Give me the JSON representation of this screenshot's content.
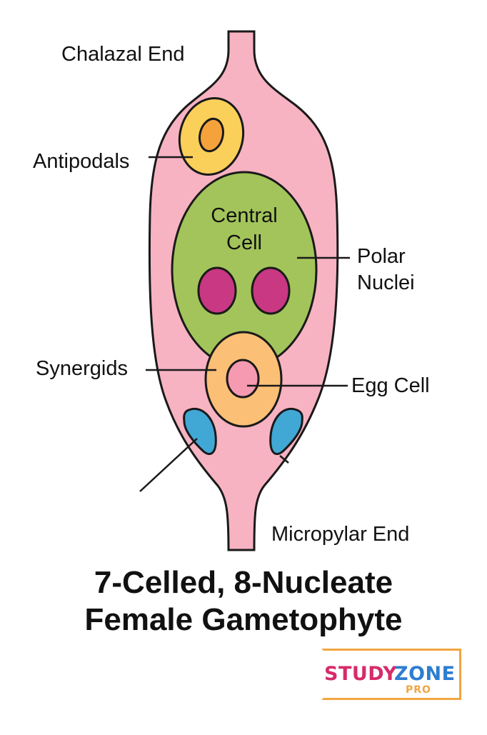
{
  "labels": {
    "chalazal_end": "Chalazal End",
    "antipodals": "Antipodals",
    "central_cell_line1": "Central",
    "central_cell_line2": "Cell",
    "polar_nuclei_line1": "Polar",
    "polar_nuclei_line2": "Nuclei",
    "synergids": "Synergids",
    "egg_cell": "Egg Cell",
    "micropylar_end": "Micropylar End"
  },
  "title": {
    "line1": "7-Celled, 8-Nucleate",
    "line2": "Female Gametophyte"
  },
  "brand": {
    "study": "STUDY",
    "zone": "ZONE",
    "pro": "PRO"
  },
  "colors": {
    "sac": "#f7b3c2",
    "antipodal_outer": "#fbd05a",
    "antipodal_inner": "#f5a23c",
    "central_cell": "#a3c45a",
    "polar_nuclei": "#c93882",
    "egg_apparatus_outer": "#fbbf76",
    "egg_nucleus": "#f59ab0",
    "synergid": "#41a8d6",
    "outline": "#1a1a1a"
  }
}
